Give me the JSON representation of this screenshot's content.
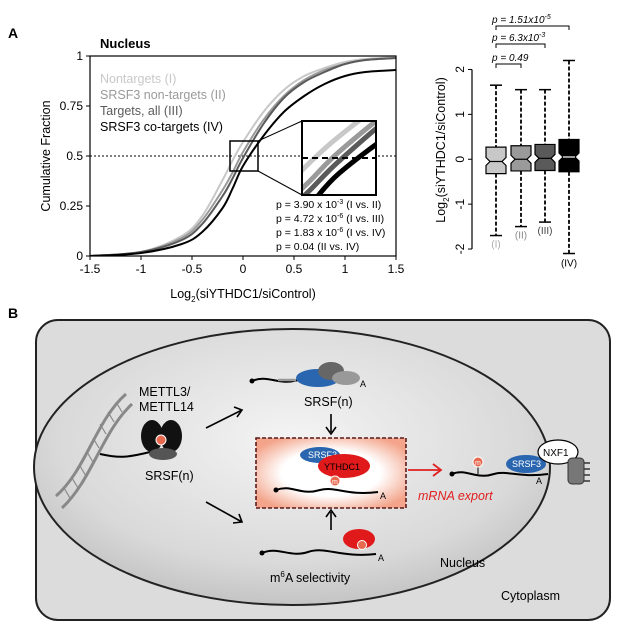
{
  "panels": {
    "a": "A",
    "b": "B"
  },
  "chart_data": [
    {
      "type": "line",
      "title": "Nucleus",
      "xlabel": "Log2(siYTHDC1/siControl)",
      "xlabel_base": "Log",
      "xlabel_sub": "2",
      "xlabel_rest": "(siYTHDC1/siControl)",
      "ylabel": "Cumulative Fraction",
      "xlim": [
        -1.5,
        1.5
      ],
      "ylim": [
        0,
        1
      ],
      "xticks": [
        -1.5,
        -1,
        -0.5,
        0,
        0.5,
        1,
        1.5
      ],
      "xtick_labels": [
        "-1.5",
        "-1",
        "-0.5",
        "0",
        "0.5",
        "1",
        "1.5"
      ],
      "yticks": [
        0,
        0.25,
        0.5,
        0.75,
        1
      ],
      "ytick_labels": [
        "0",
        "0.25",
        "0.5",
        "0.75",
        "1"
      ],
      "reference_line_y": 0.5,
      "series": [
        {
          "name": "Nontargets (I)",
          "color": "#c8c8c8",
          "x": [
            -1.5,
            -1.0,
            -0.6,
            -0.4,
            -0.2,
            -0.1,
            0.0,
            0.2,
            0.4,
            0.6,
            0.8,
            1.0,
            1.2,
            1.5
          ],
          "y": [
            0.0,
            0.02,
            0.1,
            0.2,
            0.38,
            0.48,
            0.57,
            0.72,
            0.83,
            0.9,
            0.94,
            0.97,
            0.985,
            0.995
          ]
        },
        {
          "name": "SRSF3 non-targets (II)",
          "color": "#9a9a9a",
          "x": [
            -1.5,
            -1.0,
            -0.6,
            -0.4,
            -0.2,
            -0.1,
            0.0,
            0.2,
            0.4,
            0.6,
            0.8,
            1.0,
            1.2,
            1.5
          ],
          "y": [
            0.0,
            0.02,
            0.09,
            0.18,
            0.33,
            0.42,
            0.52,
            0.68,
            0.8,
            0.88,
            0.93,
            0.96,
            0.98,
            0.99
          ]
        },
        {
          "name": "Targets, all (III)",
          "color": "#5a5a5a",
          "x": [
            -1.5,
            -1.0,
            -0.6,
            -0.4,
            -0.2,
            -0.1,
            0.0,
            0.2,
            0.4,
            0.6,
            0.8,
            1.0,
            1.2,
            1.5
          ],
          "y": [
            0.0,
            0.02,
            0.08,
            0.16,
            0.3,
            0.39,
            0.49,
            0.66,
            0.79,
            0.87,
            0.92,
            0.96,
            0.98,
            0.99
          ]
        },
        {
          "name": "SRSF3 co-targets (IV)",
          "color": "#000000",
          "x": [
            -1.5,
            -1.0,
            -0.6,
            -0.4,
            -0.2,
            -0.1,
            0.0,
            0.2,
            0.4,
            0.6,
            0.8,
            1.0,
            1.2,
            1.5
          ],
          "y": [
            0.0,
            0.015,
            0.06,
            0.12,
            0.24,
            0.34,
            0.45,
            0.6,
            0.72,
            0.8,
            0.86,
            0.9,
            0.92,
            0.93
          ]
        }
      ],
      "stats": [
        {
          "label": "p = 3.90 x 10",
          "exp": "-3",
          "comparison": "(I vs. II)"
        },
        {
          "label": "p = 4.72 x 10",
          "exp": "-6",
          "comparison": "(I vs. III)"
        },
        {
          "label": "p = 1.83 x 10",
          "exp": "-6",
          "comparison": "(I vs. IV)"
        },
        {
          "label": "p = 0.04",
          "exp": "",
          "comparison": "(II vs. IV)"
        }
      ]
    },
    {
      "type": "box",
      "ylabel": "Log2(siYTHDC1/siControl)",
      "ylabel_base": "Log",
      "ylabel_sub": "2",
      "ylabel_rest": "(siYTHDC1/siControl)",
      "ylim": [
        -2.2,
        2.3
      ],
      "yticks": [
        -2,
        -1,
        0,
        1,
        2
      ],
      "ytick_labels": [
        "-2",
        "-1",
        "0",
        "1",
        "2"
      ],
      "categories": [
        "(I)",
        "(II)",
        "(III)",
        "(IV)"
      ],
      "colors": [
        "#c8c8c8",
        "#9a9a9a",
        "#5a5a5a",
        "#000000"
      ],
      "label_colors": [
        "#aaaaaa",
        "#888888",
        "#444444",
        "#000000"
      ],
      "boxes": [
        {
          "whisker_low": -1.7,
          "q1": -0.32,
          "median": -0.05,
          "q3": 0.27,
          "whisker_high": 1.65
        },
        {
          "whisker_low": -1.5,
          "q1": -0.26,
          "median": 0.0,
          "q3": 0.3,
          "whisker_high": 1.55
        },
        {
          "whisker_low": -1.4,
          "q1": -0.25,
          "median": 0.02,
          "q3": 0.33,
          "whisker_high": 1.55
        },
        {
          "whisker_low": -2.1,
          "q1": -0.28,
          "median": 0.05,
          "q3": 0.44,
          "whisker_high": 2.2
        }
      ],
      "brackets": [
        {
          "from": 0,
          "to": 1,
          "label": "p = 0.49"
        },
        {
          "from": 0,
          "to": 2,
          "label": "p = 6.3x10",
          "exp": "-3"
        },
        {
          "from": 0,
          "to": 3,
          "label": "p = 1.51x10",
          "exp": "-5"
        }
      ]
    }
  ],
  "diagram": {
    "writer": "METTL3/\nMETTL14",
    "writer_line1": "METTL3/",
    "writer_line2": "METTL14",
    "srsf_n_1": "SRSF(n)",
    "srsf_n_2": "SRSF(n)",
    "srsf3_1": "SRSF3",
    "ythdc1": "YTHDC1",
    "srsf3_2": "SRSF3",
    "nxf1": "NXF1",
    "m_mark": "m",
    "poly_a": "A",
    "poly_a_sub": "n",
    "mrna_export": "mRNA export",
    "m6a_prefix": "m",
    "m6a_sup": "6",
    "m6a_rest": "A selectivity",
    "nucleus": "Nucleus",
    "cytoplasm": "Cytoplasm",
    "colors": {
      "blue": "#2a66b0",
      "red": "#e01a1a",
      "export": "#e02020",
      "glow": "#f3b3a0",
      "cell_bg": "#dedede",
      "nucleus_bg": "#cfcfcf"
    }
  }
}
